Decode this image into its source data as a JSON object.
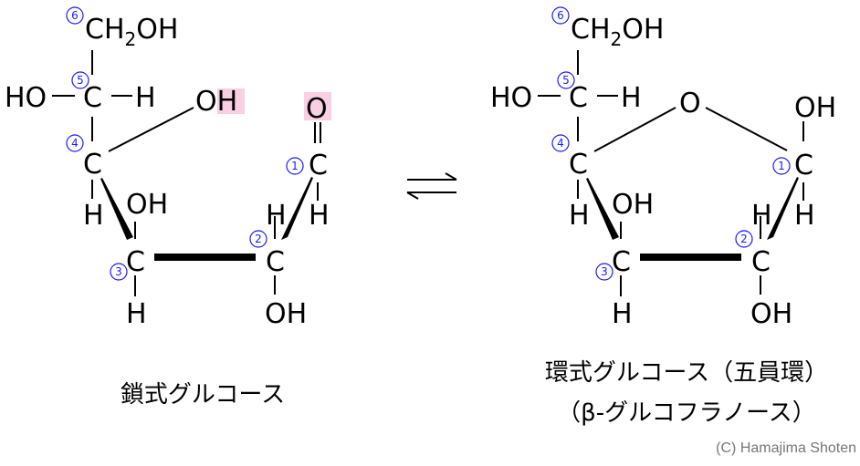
{
  "chain": {
    "ch2oh": "CH",
    "ch2oh_sub": "2",
    "ch2oh_tail": "OH",
    "c": "C",
    "h": "H",
    "oh": "OH",
    "ho": "HO",
    "o": "O",
    "c4_oh_o": "O",
    "c4_oh_h": "H",
    "highlight_color": "#f9cfe3",
    "caption": "鎖式グルコース"
  },
  "ring": {
    "ch2oh": "CH",
    "ch2oh_sub": "2",
    "ch2oh_tail": "OH",
    "c": "C",
    "h": "H",
    "oh": "OH",
    "ho": "HO",
    "ring_o": "O",
    "caption_line1": "環式グルコース（五員環）",
    "caption_line2": "（β-グルコフラノース）"
  },
  "numbers": [
    "1",
    "2",
    "3",
    "4",
    "5",
    "6"
  ],
  "number_color": "#1a1aff",
  "copyright": "(C) Hamajima Shoten"
}
